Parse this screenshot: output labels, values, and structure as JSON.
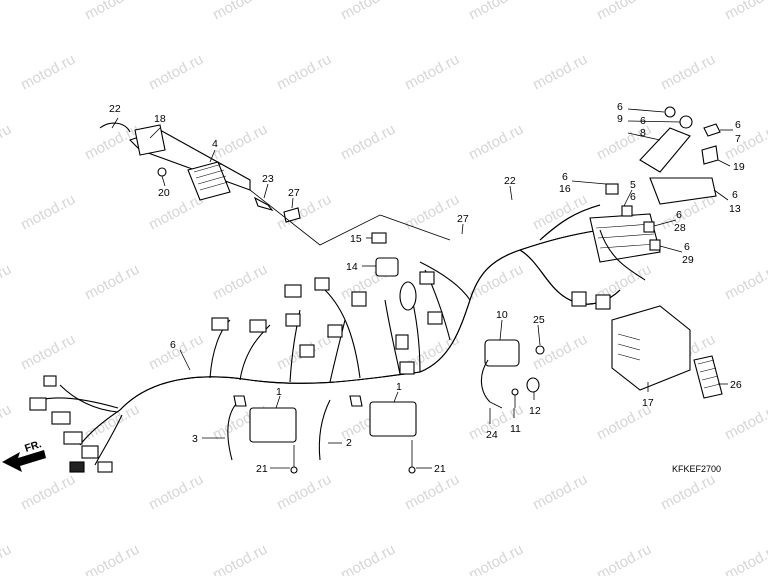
{
  "watermark": "motod.ru",
  "diagram_code": "KFKEF2700",
  "direction_label": "FR.",
  "callouts": {
    "c1a": "1",
    "c1b": "1",
    "c2": "2",
    "c3": "3",
    "c4": "4",
    "c5": "5",
    "c6a": "6",
    "c6b": "6",
    "c6c": "6",
    "c6d": "6",
    "c6e": "6",
    "c6f": "6",
    "c6g": "6",
    "c6h": "6",
    "c7": "7",
    "c8": "8",
    "c9": "9",
    "c10": "10",
    "c11": "11",
    "c12": "12",
    "c13": "13",
    "c14": "14",
    "c15": "15",
    "c16": "16",
    "c17": "17",
    "c18": "18",
    "c19": "19",
    "c20": "20",
    "c21a": "21",
    "c21b": "21",
    "c22a": "22",
    "c22b": "22",
    "c23": "23",
    "c24": "24",
    "c25": "25",
    "c26": "26",
    "c27a": "27",
    "c27b": "27",
    "c28": "28",
    "c29": "29"
  }
}
